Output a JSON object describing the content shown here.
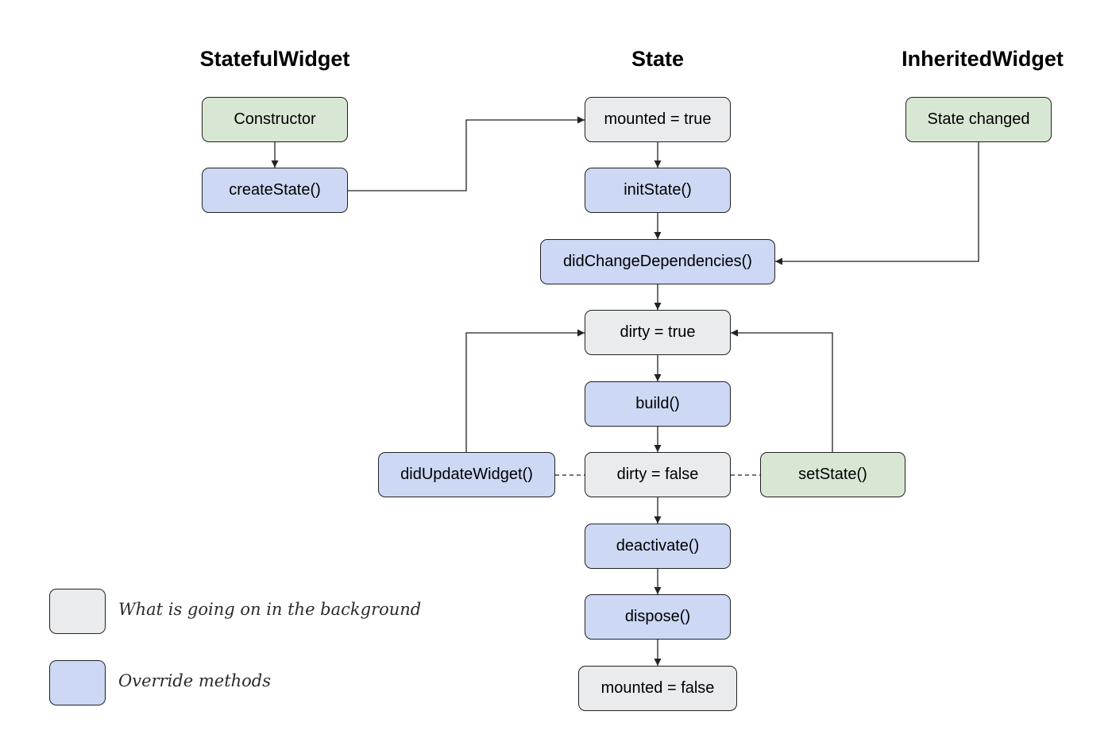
{
  "headings": {
    "stateful_widget": "StatefulWidget",
    "state": "State",
    "inherited_widget": "InheritedWidget"
  },
  "nodes": {
    "constructor": "Constructor",
    "create_state": "createState()",
    "mounted_true": "mounted = true",
    "init_state": "initState()",
    "did_change_dependencies": "didChangeDependencies()",
    "state_changed": "State changed",
    "dirty_true": "dirty = true",
    "build": "build()",
    "did_update_widget": "didUpdateWidget()",
    "dirty_false": "dirty = false",
    "set_state": "setState()",
    "deactivate": "deactivate()",
    "dispose": "dispose()",
    "mounted_false": "mounted = false"
  },
  "legend": {
    "background": "What is going on in the background",
    "override": "Override methods"
  },
  "colors": {
    "background_process": "#e9ebec",
    "override_method": "#ccd8f4",
    "external_trigger": "#d8e7d3",
    "border": "#222222"
  }
}
